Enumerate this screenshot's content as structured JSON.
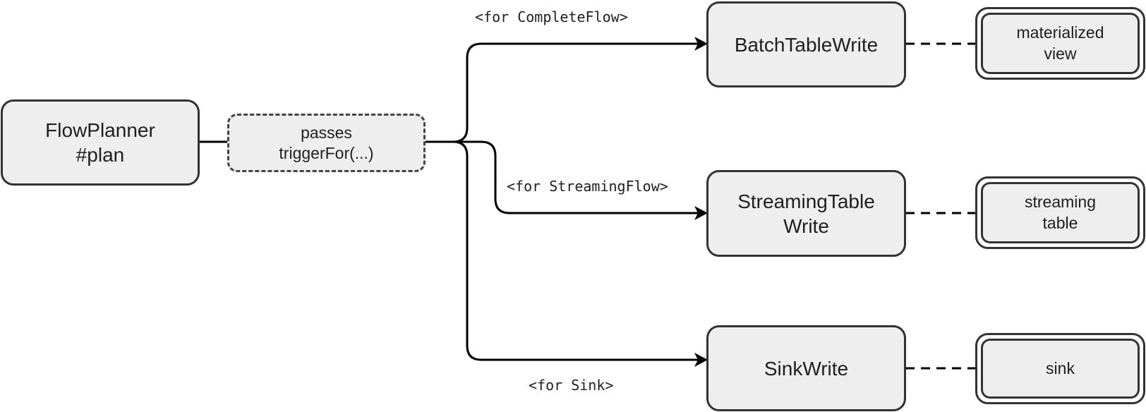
{
  "nodes": {
    "planner": {
      "line1": "FlowPlanner",
      "line2": "#plan"
    },
    "trigger": {
      "line1": "passes",
      "line2": "triggerFor(...)"
    },
    "batch": {
      "label": "BatchTableWrite"
    },
    "streaming": {
      "label": "StreamingTable\nWrite"
    },
    "sinkwrite": {
      "label": "SinkWrite"
    }
  },
  "stores": {
    "mv": {
      "label": "materialized\nview"
    },
    "st": {
      "label": "streaming\ntable"
    },
    "sink": {
      "label": "sink"
    }
  },
  "edges": {
    "complete": {
      "label": "<for CompleteFlow>"
    },
    "streaming": {
      "label": "<for StreamingFlow>"
    },
    "sink": {
      "label": "<for Sink>"
    }
  },
  "colors": {
    "box_fill": "#eeeeee",
    "border": "#333333",
    "line": "#000000"
  }
}
